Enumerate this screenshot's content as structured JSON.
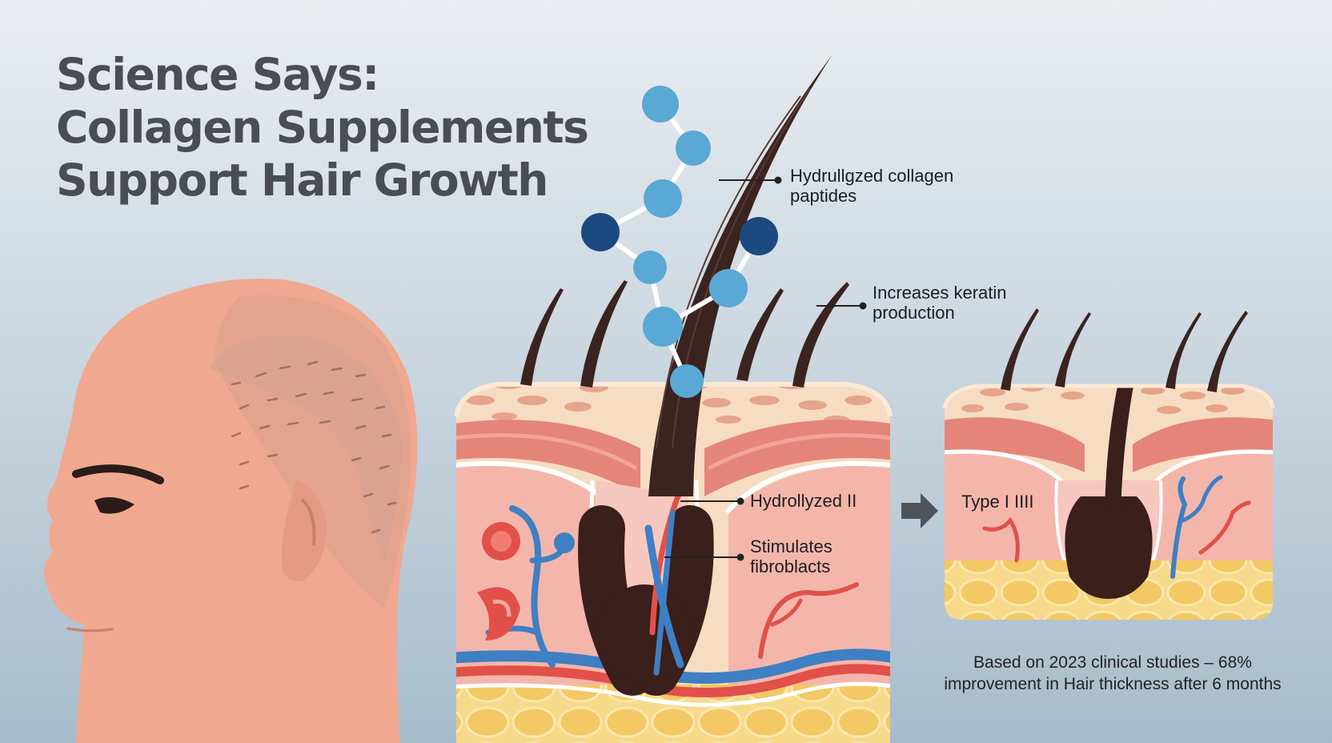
{
  "title": {
    "line1": "Science Says:",
    "line2": "Collagen Supplements",
    "line3": "Support Hair Growth"
  },
  "callouts": {
    "peptides": {
      "line1": "Hydrullgzed collagen",
      "line2": "paptides"
    },
    "keratin": {
      "line1": "Increases keratin",
      "line2": "production"
    },
    "hydrolyzed": {
      "line1": "Hydrollyzed  II"
    },
    "fibroblasts": {
      "line1": "Stimulates",
      "line2": "fibroblacts"
    },
    "type": {
      "line1": "Type I IIII"
    }
  },
  "footnote": {
    "line1": "Based on 2023 clinical studies – 68%",
    "line2": "improvement in Hair thickness after 6 months"
  },
  "colors": {
    "hair": "#3b2320",
    "skin_face": "#f0a890",
    "dermis": "#f4b6ab",
    "vein_blue": "#3f7fc4",
    "artery_red": "#e2504a",
    "molecule_light": "#5aa8d6",
    "molecule_dark": "#1c4a80",
    "fat": "#f5d27a"
  },
  "icons": [
    "molecule-chain-icon",
    "arrow-right-icon"
  ]
}
